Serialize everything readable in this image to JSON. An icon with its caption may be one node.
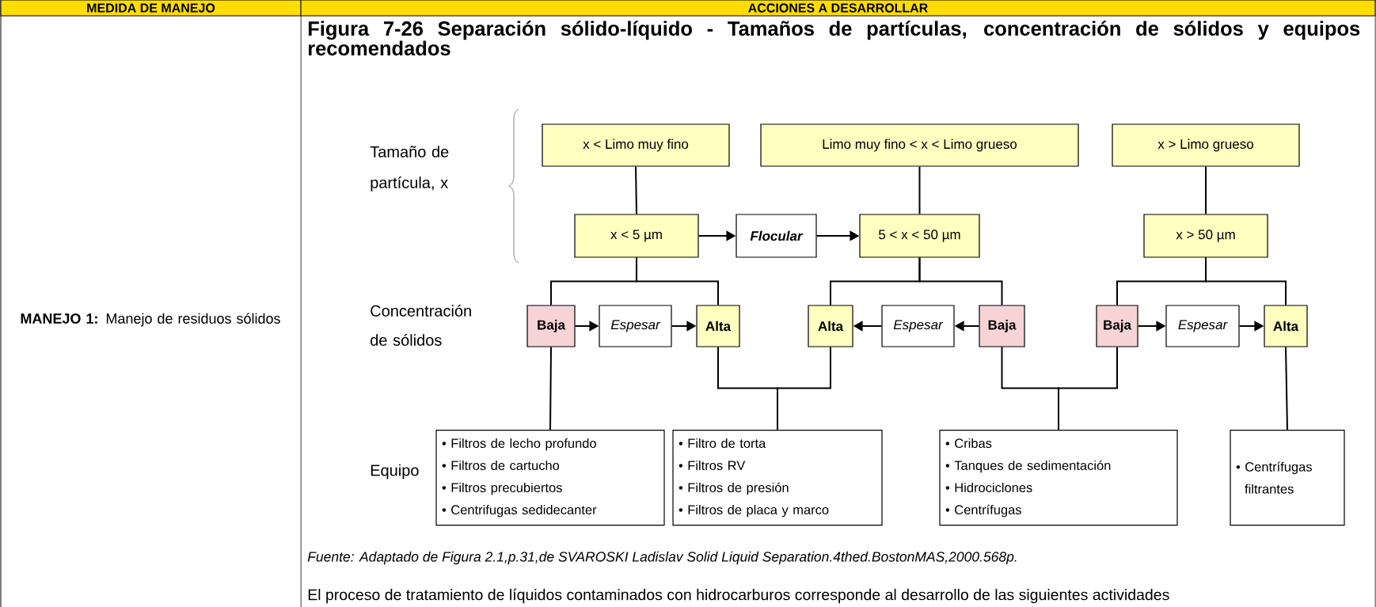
{
  "diagram": {
    "title": "Figura 7-26 Separación sólido-líquido - Tamaños de partículas, concentración de sólidos y equipos recomendados",
    "nodes": [
      {
        "text": [
          "x < Limo muy fino"
        ]
      },
      {
        "text": [
          "Limo muy fino < x < Limo grueso"
        ]
      },
      {
        "text": [
          "x > Limo grueso"
        ]
      },
      {
        "text": [
          "x < 5 µm"
        ]
      },
      {
        "text": [
          "Flocular"
        ]
      },
      {
        "text": [
          "5 < x < 50 µm"
        ]
      },
      {
        "text": [
          "x > 50 µm"
        ]
      },
      {
        "text": [
          "Baja"
        ]
      },
      {
        "text": [
          "Espesar"
        ]
      },
      {
        "text": [
          "Alta"
        ]
      },
      {
        "text": [
          "Alta"
        ]
      },
      {
        "text": [
          "Espesar"
        ]
      },
      {
        "text": [
          "Baja"
        ]
      },
      {
        "text": [
          "Baja"
        ]
      },
      {
        "text": [
          "Espesar"
        ]
      },
      {
        "text": [
          "Alta"
        ]
      },
      {
        "text": [
          "• Filtros de lecho profundo",
          "• Filtros de cartucho",
          "• Filtros precubiertos",
          "• Centrifugas sedidecanter"
        ]
      },
      {
        "text": [
          "• Filtro de torta",
          "• Filtros RV",
          "• Filtros de presión",
          "• Filtros de placa y marco"
        ]
      },
      {
        "text": [
          "• Cribas",
          "• Tanques de sedimentación",
          "• Hidrociclones",
          "• Centrífugas"
        ]
      },
      {
        "text": [
          "• Centrífugas filtrantes"
        ]
      }
    ],
    "edges": [
      {
        "from": 0,
        "to": 3,
        "arrow": "none"
      },
      {
        "from": 1,
        "to": 5,
        "arrow": "none"
      },
      {
        "from": 2,
        "to": 6,
        "arrow": "none"
      },
      {
        "from": 3,
        "to": 4,
        "arrow": "to"
      },
      {
        "from": 4,
        "to": 5,
        "arrow": "to"
      },
      {
        "from": 3,
        "to": 7,
        "arrow": "none"
      },
      {
        "from": 3,
        "to": 9,
        "arrow": "none"
      },
      {
        "from": 7,
        "to": 8,
        "arrow": "to"
      },
      {
        "from": 8,
        "to": 9,
        "arrow": "to"
      },
      {
        "from": 5,
        "to": 10,
        "arrow": "none"
      },
      {
        "from": 5,
        "to": 12,
        "arrow": "none"
      },
      {
        "from": 12,
        "to": 11,
        "arrow": "to"
      },
      {
        "from": 11,
        "to": 10,
        "arrow": "to"
      },
      {
        "from": 6,
        "to": 13,
        "arrow": "none"
      },
      {
        "from": 6,
        "to": 15,
        "arrow": "none"
      },
      {
        "from": 13,
        "to": 14,
        "arrow": "to"
      },
      {
        "from": 14,
        "to": 15,
        "arrow": "to"
      },
      {
        "from": 7,
        "to": 16,
        "arrow": "none"
      },
      {
        "from": 9,
        "to": 17,
        "arrow": "none"
      },
      {
        "from": 10,
        "to": 17,
        "arrow": "none"
      },
      {
        "from": 12,
        "to": 18,
        "arrow": "none"
      },
      {
        "from": 13,
        "to": 18,
        "arrow": "none"
      },
      {
        "from": 15,
        "to": 19,
        "arrow": "none"
      }
    ],
    "labels": [
      "MEDIDA DE MANEJO",
      "ACCIONES A DESARROLLAR",
      "Tamaño de partícula, x",
      "**MANEJO 1:** Manejo de residuos sólidos",
      "Concentración de sólidos",
      "Equipo",
      "Fuente: Adaptado de Figura 2.1,p.31,de SVAROSKI Ladislav Solid Liquid Separation.4thed.BostonMAS,2000.568p.",
      "El proceso de tratamiento de líquidos contaminados con hidrocarburos corresponde al desarrollo de las siguientes actividades"
    ]
  }
}
